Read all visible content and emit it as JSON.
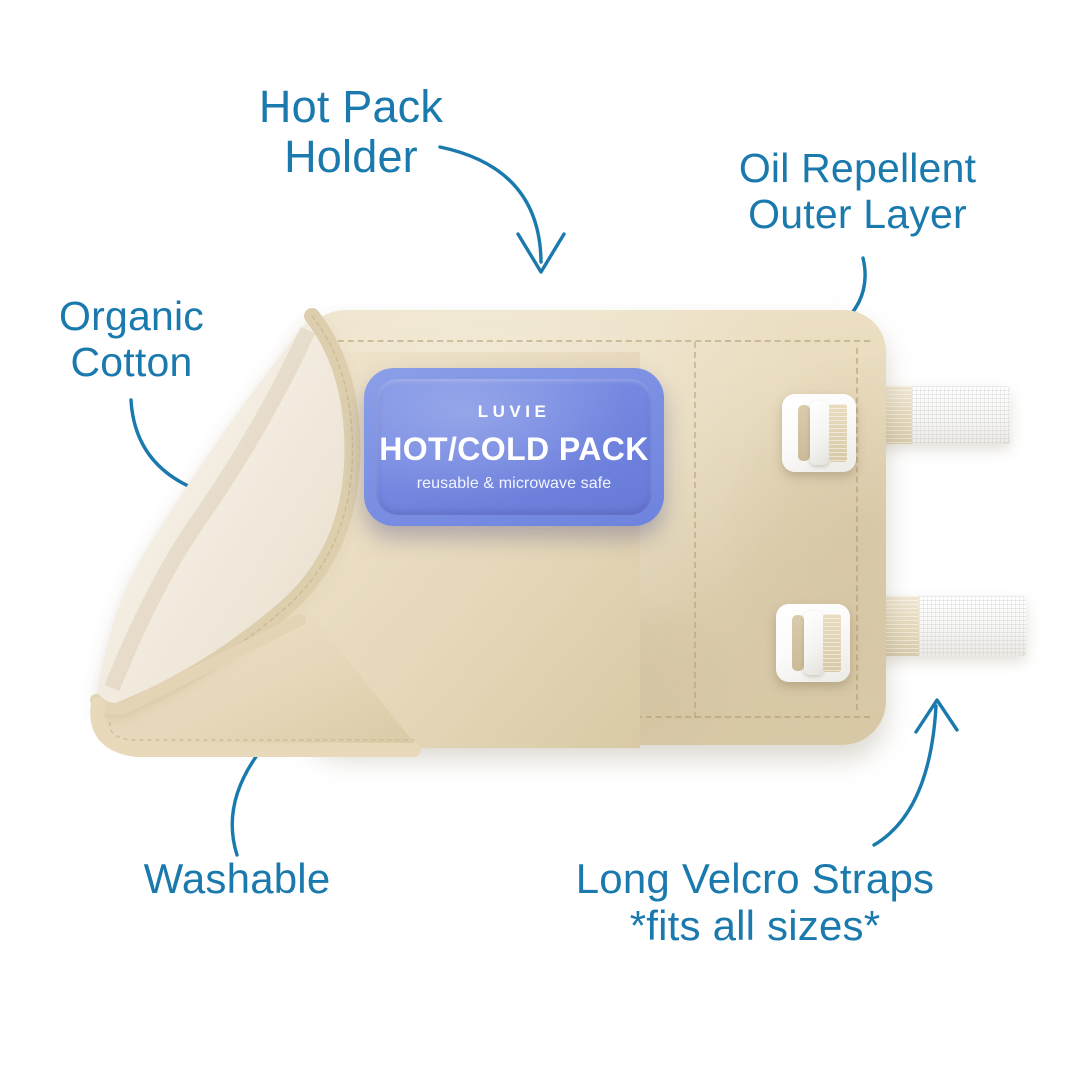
{
  "product": {
    "name": "LUVIE heating pad wrap",
    "colors": {
      "beige_fabric": "#e4d6b6",
      "cream_lining": "#f3ece0",
      "label_teal": "#1a79ad",
      "pack_blue": "#7488e1",
      "buckle_white": "#ffffff",
      "background": "#ffffff"
    }
  },
  "annotations": [
    {
      "id": "hot-pack-holder",
      "text": "Hot Pack\nHolder"
    },
    {
      "id": "oil-repellent",
      "text": "Oil Repellent\nOuter Layer"
    },
    {
      "id": "organic-cotton",
      "text": "Organic\nCotton"
    },
    {
      "id": "washable",
      "text": "Washable"
    },
    {
      "id": "velcro-straps",
      "text": "Long Velcro Straps\n*fits all sizes*"
    }
  ],
  "hot_cold_pack": {
    "brand": "LUVIE",
    "title": "HOT/COLD PACK",
    "subtitle": "reusable & microwave safe"
  },
  "icons": {
    "arrow_hot_pack_holder": "curved-arrow-down-icon",
    "arrow_oil_repellent": "curved-arrow-down-left-icon",
    "arrow_organic_cotton": "curved-arrow-down-right-icon",
    "arrow_washable": "curved-arrow-up-right-icon",
    "arrow_velcro": "curved-arrow-up-right-icon"
  }
}
